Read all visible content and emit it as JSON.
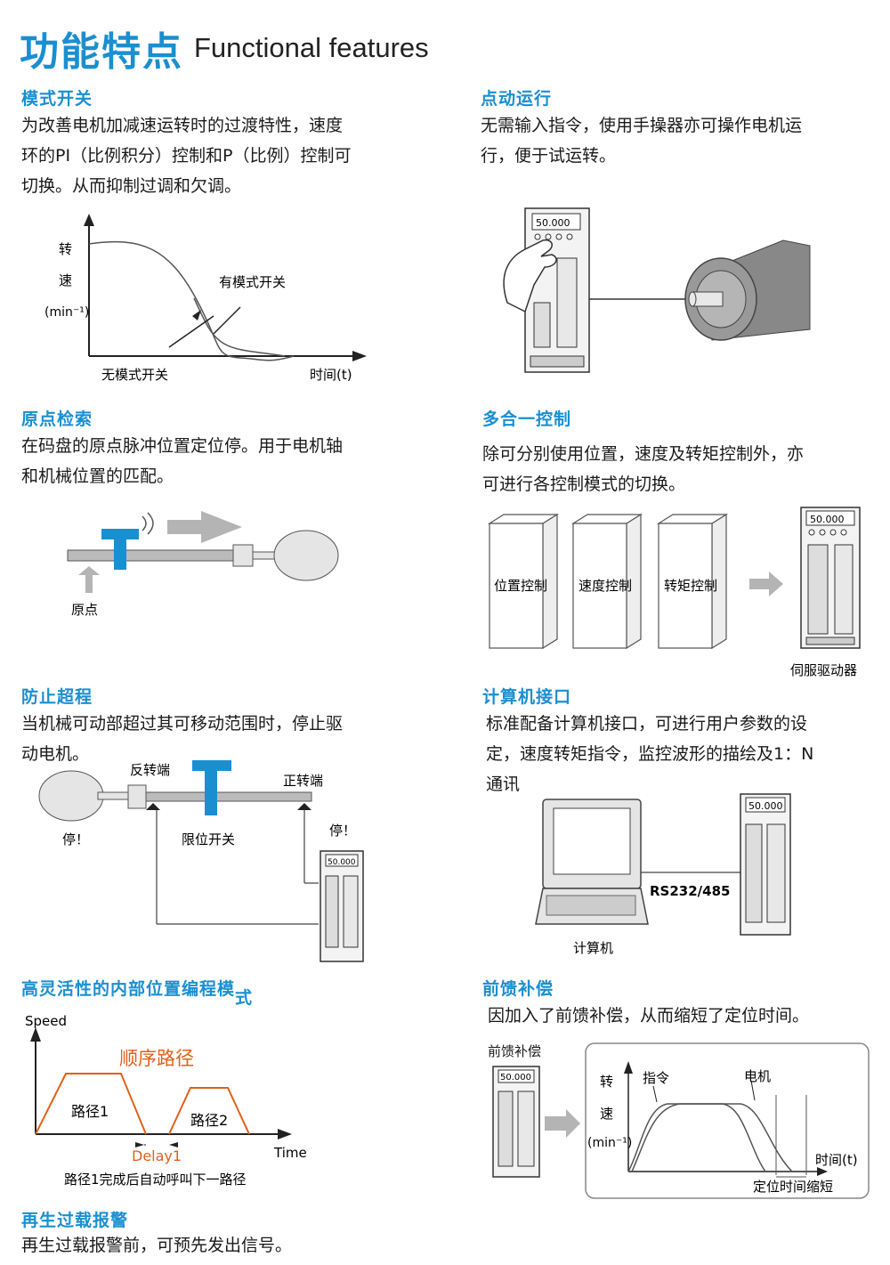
{
  "page": {
    "title_cn": "功能特点",
    "title_en": "Functional features"
  },
  "sections": {
    "mode_switch": {
      "title": "模式开关",
      "body": [
        "为改善电机加减速运转时的过渡特性，速度",
        "环的PI（比例积分）控制和P（比例）控制可",
        "切换。从而抑制过调和欠调。"
      ],
      "chart": {
        "y_label_1": "转",
        "y_label_2": "速",
        "y_unit": "(min⁻¹)",
        "with_switch": "有模式开关",
        "without_switch": "无模式开关",
        "x_label": "时间(t)"
      }
    },
    "jog": {
      "title": "点动运行",
      "body": [
        "无需输入指令，使用手操器亦可操作电机运",
        "行，便于试运转。"
      ],
      "display": "50.000"
    },
    "origin": {
      "title": "原点检索",
      "body": [
        "在码盘的原点脉冲位置定位停。用于电机轴",
        "和机械位置的匹配。"
      ],
      "origin_label": "原点"
    },
    "multi_control": {
      "title": "多合一控制",
      "body": [
        "除可分别使用位置，速度及转矩控制外，亦",
        "可进行各控制模式的切换。"
      ],
      "boxes": [
        "位置控制",
        "速度控制",
        "转矩控制"
      ],
      "drive_label": "伺服驱动器",
      "display": "50.000"
    },
    "overtravel": {
      "title": "防止超程",
      "body": [
        "当机械可动部超过其可移动范围时，停止驱",
        "动电机。"
      ],
      "reverse_end": "反转端",
      "forward_end": "正转端",
      "limit_switch": "限位开关",
      "stop_left": "停！",
      "stop_right": "停！",
      "display": "50.000"
    },
    "pc_interface": {
      "title": "计算机接口",
      "body": [
        "标准配备计算机接口，可进行用户参数的设",
        "定，速度转矩指令，监控波形的描绘及1：N",
        "通讯"
      ],
      "link_label": "RS232/485",
      "pc_label": "计算机",
      "display": "50.000"
    },
    "internal_position": {
      "title": "高灵活性的内部位置编程模",
      "title_tail": "式",
      "chart": {
        "y_label": "Speed",
        "x_label": "Time",
        "sequence": "顺序路径",
        "path1": "路径1",
        "path2": "路径2",
        "delay": "Delay1",
        "caption": "路径1完成后自动呼叫下一路径"
      }
    },
    "feedforward": {
      "title": "前馈补偿",
      "body": [
        "因加入了前馈补偿，从而缩短了定位时间。"
      ],
      "side_label": "前馈补偿",
      "chart": {
        "y_label_1": "转",
        "y_label_2": "速",
        "y_unit": "(min⁻¹)",
        "command": "指令",
        "motor": "电机",
        "x_label": "时间(t)",
        "caption": "定位时间缩短"
      },
      "display": "50.000"
    },
    "regen": {
      "title": "再生过载报警",
      "body": [
        "再生过载报警前，可预先发出信号。"
      ]
    }
  },
  "colors": {
    "accent": "#1a8fd0",
    "orange": "#e0601a",
    "gray_arrow": "#b4b4b4"
  }
}
